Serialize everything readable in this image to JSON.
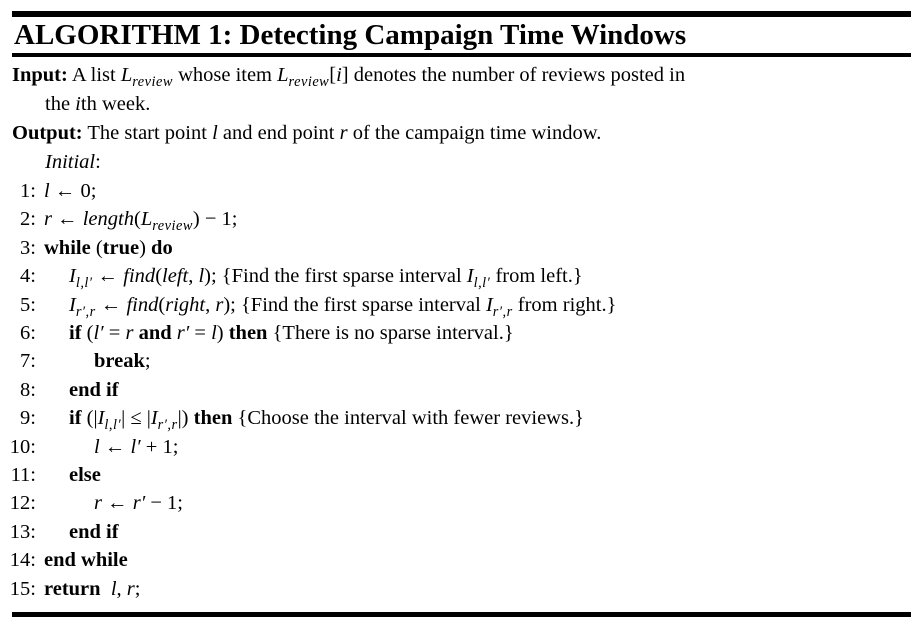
{
  "title": "ALGORITHM 1: Detecting Campaign Time Windows",
  "colors": {
    "background": "#ffffff",
    "text": "#000000",
    "rule": "#000000"
  },
  "header_lines": [
    {
      "indent": 0,
      "segments": [
        {
          "s": "b",
          "t": "Input:"
        },
        {
          "s": "r",
          "t": " A list "
        },
        {
          "s": "i",
          "t": "L"
        },
        {
          "s": "sub",
          "t": "review"
        },
        {
          "s": "r",
          "t": " whose item "
        },
        {
          "s": "i",
          "t": "L"
        },
        {
          "s": "sub",
          "t": "review"
        },
        {
          "s": "r",
          "t": "["
        },
        {
          "s": "i",
          "t": "i"
        },
        {
          "s": "r",
          "t": "] denotes the number of reviews posted in"
        }
      ]
    },
    {
      "indent": 1,
      "segments": [
        {
          "s": "r",
          "t": "the "
        },
        {
          "s": "i",
          "t": "i"
        },
        {
          "s": "r",
          "t": "th week."
        }
      ]
    },
    {
      "indent": 0,
      "segments": [
        {
          "s": "b",
          "t": "Output:"
        },
        {
          "s": "r",
          "t": " The start point "
        },
        {
          "s": "i",
          "t": "l"
        },
        {
          "s": "r",
          "t": " and end point "
        },
        {
          "s": "i",
          "t": "r"
        },
        {
          "s": "r",
          "t": " of the campaign time window."
        }
      ]
    },
    {
      "indent": 1,
      "segments": [
        {
          "s": "i",
          "t": "Initial"
        },
        {
          "s": "r",
          "t": ":"
        }
      ]
    }
  ],
  "code_lines": [
    {
      "num": "1:",
      "indent": 0,
      "segments": [
        {
          "s": "i",
          "t": "l"
        },
        {
          "s": "r",
          "t": " ← 0;"
        }
      ]
    },
    {
      "num": "2:",
      "indent": 0,
      "segments": [
        {
          "s": "i",
          "t": "r"
        },
        {
          "s": "r",
          "t": " ← "
        },
        {
          "s": "i",
          "t": "length"
        },
        {
          "s": "r",
          "t": "("
        },
        {
          "s": "i",
          "t": "L"
        },
        {
          "s": "sub",
          "t": "review"
        },
        {
          "s": "r",
          "t": ") − 1;"
        }
      ]
    },
    {
      "num": "3:",
      "indent": 0,
      "segments": [
        {
          "s": "b",
          "t": "while"
        },
        {
          "s": "r",
          "t": " ("
        },
        {
          "s": "b",
          "t": "true"
        },
        {
          "s": "r",
          "t": ") "
        },
        {
          "s": "b",
          "t": "do"
        }
      ]
    },
    {
      "num": "4:",
      "indent": 1,
      "segments": [
        {
          "s": "i",
          "t": "I"
        },
        {
          "s": "sub",
          "t": "l,l′"
        },
        {
          "s": "r",
          "t": " ← "
        },
        {
          "s": "i",
          "t": "find"
        },
        {
          "s": "r",
          "t": "("
        },
        {
          "s": "i",
          "t": "left"
        },
        {
          "s": "r",
          "t": ", "
        },
        {
          "s": "i",
          "t": "l"
        },
        {
          "s": "r",
          "t": "); {Find the first sparse interval "
        },
        {
          "s": "i",
          "t": "I"
        },
        {
          "s": "sub",
          "t": "l,l′"
        },
        {
          "s": "r",
          "t": " from left.}"
        }
      ]
    },
    {
      "num": "5:",
      "indent": 1,
      "segments": [
        {
          "s": "i",
          "t": "I"
        },
        {
          "s": "sub",
          "t": "r′,r"
        },
        {
          "s": "r",
          "t": " ← "
        },
        {
          "s": "i",
          "t": "find"
        },
        {
          "s": "r",
          "t": "("
        },
        {
          "s": "i",
          "t": "right"
        },
        {
          "s": "r",
          "t": ", "
        },
        {
          "s": "i",
          "t": "r"
        },
        {
          "s": "r",
          "t": "); {Find the first sparse interval "
        },
        {
          "s": "i",
          "t": "I"
        },
        {
          "s": "sub",
          "t": "r′,r"
        },
        {
          "s": "r",
          "t": " from right.}"
        }
      ]
    },
    {
      "num": "6:",
      "indent": 1,
      "segments": [
        {
          "s": "b",
          "t": "if"
        },
        {
          "s": "r",
          "t": " ("
        },
        {
          "s": "i",
          "t": "l′"
        },
        {
          "s": "r",
          "t": " = "
        },
        {
          "s": "i",
          "t": "r"
        },
        {
          "s": "r",
          "t": " "
        },
        {
          "s": "b",
          "t": "and"
        },
        {
          "s": "r",
          "t": " "
        },
        {
          "s": "i",
          "t": "r′"
        },
        {
          "s": "r",
          "t": " = "
        },
        {
          "s": "i",
          "t": "l"
        },
        {
          "s": "r",
          "t": ") "
        },
        {
          "s": "b",
          "t": "then"
        },
        {
          "s": "r",
          "t": " {There is no sparse interval.}"
        }
      ]
    },
    {
      "num": "7:",
      "indent": 2,
      "segments": [
        {
          "s": "b",
          "t": "break"
        },
        {
          "s": "r",
          "t": ";"
        }
      ]
    },
    {
      "num": "8:",
      "indent": 1,
      "segments": [
        {
          "s": "b",
          "t": "end if"
        }
      ]
    },
    {
      "num": "9:",
      "indent": 1,
      "segments": [
        {
          "s": "b",
          "t": "if"
        },
        {
          "s": "r",
          "t": " (|"
        },
        {
          "s": "i",
          "t": "I"
        },
        {
          "s": "sub",
          "t": "l,l′"
        },
        {
          "s": "r",
          "t": "| ≤ |"
        },
        {
          "s": "i",
          "t": "I"
        },
        {
          "s": "sub",
          "t": "r′,r"
        },
        {
          "s": "r",
          "t": "|) "
        },
        {
          "s": "b",
          "t": "then"
        },
        {
          "s": "r",
          "t": " {Choose the interval with fewer reviews.}"
        }
      ]
    },
    {
      "num": "10:",
      "indent": 2,
      "segments": [
        {
          "s": "i",
          "t": "l"
        },
        {
          "s": "r",
          "t": " ← "
        },
        {
          "s": "i",
          "t": "l′"
        },
        {
          "s": "r",
          "t": " + 1;"
        }
      ]
    },
    {
      "num": "11:",
      "indent": 1,
      "segments": [
        {
          "s": "b",
          "t": "else"
        }
      ]
    },
    {
      "num": "12:",
      "indent": 2,
      "segments": [
        {
          "s": "i",
          "t": "r"
        },
        {
          "s": "r",
          "t": " ← "
        },
        {
          "s": "i",
          "t": "r′"
        },
        {
          "s": "r",
          "t": " − 1;"
        }
      ]
    },
    {
      "num": "13:",
      "indent": 1,
      "segments": [
        {
          "s": "b",
          "t": "end if"
        }
      ]
    },
    {
      "num": "14:",
      "indent": 0,
      "segments": [
        {
          "s": "b",
          "t": "end while"
        }
      ]
    },
    {
      "num": "15:",
      "indent": 0,
      "segments": [
        {
          "s": "b",
          "t": "return"
        },
        {
          "s": "r",
          "t": "  "
        },
        {
          "s": "i",
          "t": "l"
        },
        {
          "s": "r",
          "t": ", "
        },
        {
          "s": "i",
          "t": "r"
        },
        {
          "s": "r",
          "t": ";"
        }
      ]
    }
  ]
}
